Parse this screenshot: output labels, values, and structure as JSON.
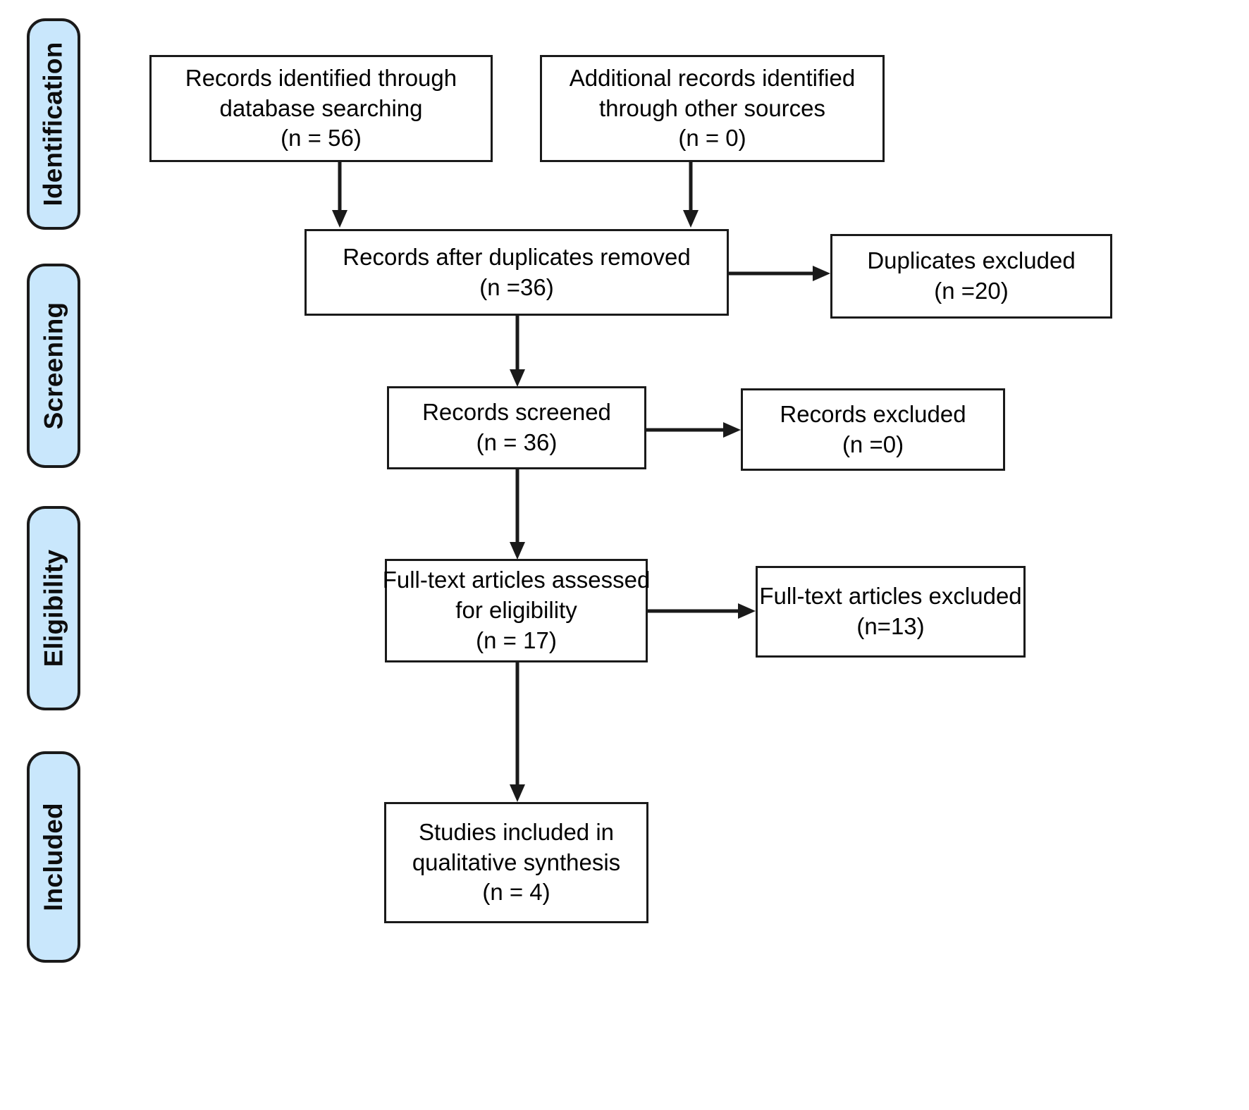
{
  "diagram": {
    "title": "PRISMA flow diagram",
    "accent_color": "#c9e7fc",
    "line_color": "#1a1a1a",
    "box_fill": "#ffffff"
  },
  "stages": [
    {
      "label": "Identification"
    },
    {
      "label": "Screening"
    },
    {
      "label": "Eligibility"
    },
    {
      "label": "Included"
    }
  ],
  "boxes": {
    "db_search": {
      "line1": "Records identified through",
      "line2": "database searching",
      "line3": "(n = 56)"
    },
    "other_sources": {
      "line1": "Additional records identified",
      "line2": "through other sources",
      "line3": "(n = 0)"
    },
    "after_duplicates": {
      "line1": "Records after duplicates removed",
      "line2": "(n =36)"
    },
    "duplicates_excluded": {
      "line1": "Duplicates excluded",
      "line2": "(n =20)"
    },
    "records_screened": {
      "line1": "Records screened",
      "line2": "(n = 36)"
    },
    "records_excluded": {
      "line1": "Records excluded",
      "line2": "(n =0)"
    },
    "fulltext_assessed": {
      "line1": "Full-text articles assessed",
      "line2": "for eligibility",
      "line3": "(n = 17)"
    },
    "fulltext_excluded": {
      "line1": "Full-text articles excluded",
      "line2": "(n=13)"
    },
    "included_studies": {
      "line1": "Studies included in",
      "line2": "qualitative synthesis",
      "line3": "(n = 4)"
    }
  },
  "chart_data": {
    "type": "diagram",
    "title": "PRISMA flow diagram",
    "nodes": [
      {
        "id": "db_search",
        "stage": "Identification",
        "label": "Records identified through database searching",
        "n": 56
      },
      {
        "id": "other_sources",
        "stage": "Identification",
        "label": "Additional records identified through other sources",
        "n": 0
      },
      {
        "id": "after_duplicates",
        "stage": "Screening",
        "label": "Records after duplicates removed",
        "n": 36
      },
      {
        "id": "duplicates_excluded",
        "stage": "Screening",
        "label": "Duplicates excluded",
        "n": 20
      },
      {
        "id": "records_screened",
        "stage": "Screening",
        "label": "Records screened",
        "n": 36
      },
      {
        "id": "records_excluded",
        "stage": "Screening",
        "label": "Records excluded",
        "n": 0
      },
      {
        "id": "fulltext_assessed",
        "stage": "Eligibility",
        "label": "Full-text articles assessed for eligibility",
        "n": 17
      },
      {
        "id": "fulltext_excluded",
        "stage": "Eligibility",
        "label": "Full-text articles excluded",
        "n": 13
      },
      {
        "id": "included_studies",
        "stage": "Included",
        "label": "Studies included in qualitative synthesis",
        "n": 4
      }
    ],
    "edges": [
      {
        "from": "db_search",
        "to": "after_duplicates",
        "direction": "down"
      },
      {
        "from": "other_sources",
        "to": "after_duplicates",
        "direction": "down"
      },
      {
        "from": "after_duplicates",
        "to": "duplicates_excluded",
        "direction": "right"
      },
      {
        "from": "after_duplicates",
        "to": "records_screened",
        "direction": "down"
      },
      {
        "from": "records_screened",
        "to": "records_excluded",
        "direction": "right"
      },
      {
        "from": "records_screened",
        "to": "fulltext_assessed",
        "direction": "down"
      },
      {
        "from": "fulltext_assessed",
        "to": "fulltext_excluded",
        "direction": "right"
      },
      {
        "from": "fulltext_assessed",
        "to": "included_studies",
        "direction": "down"
      }
    ]
  }
}
